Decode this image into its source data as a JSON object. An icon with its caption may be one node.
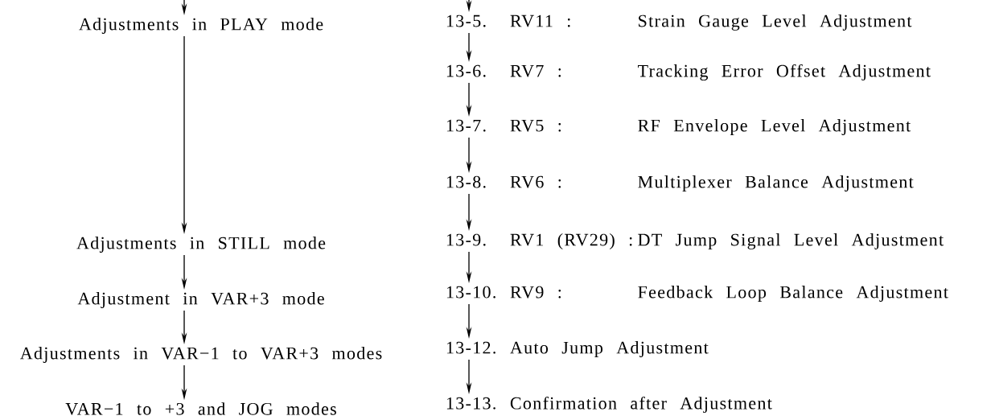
{
  "diagram": {
    "nodes": [
      {
        "text": [
          "Adjustments in PLAY mode"
        ]
      },
      {
        "text": [
          "Adjustments in STILL mode"
        ]
      },
      {
        "text": [
          "Adjustment in VAR+3 mode"
        ]
      },
      {
        "text": [
          "Adjustments in VAR−1 to VAR+3 modes"
        ]
      },
      {
        "text": [
          "VAR−1 to +3 and JOG modes"
        ]
      },
      {
        "text": [
          "13-5.",
          "RV11 :",
          "Strain Gauge Level Adjustment"
        ]
      },
      {
        "text": [
          "13-6.",
          "RV7 :",
          "Tracking Error Offset Adjustment"
        ]
      },
      {
        "text": [
          "13-7.",
          "RV5 :",
          "RF Envelope Level Adjustment"
        ]
      },
      {
        "text": [
          "13-8.",
          "RV6 :",
          "Multiplexer Balance Adjustment"
        ]
      },
      {
        "text": [
          "13-9.",
          "RV1 (RV29) :",
          "DT Jump Signal Level Adjustment"
        ]
      },
      {
        "text": [
          "13-10.",
          "RV9 :",
          "Feedback Loop Balance Adjustment"
        ]
      },
      {
        "text": [
          "13-12.",
          "Auto Jump Adjustment"
        ]
      },
      {
        "text": [
          "13-13.",
          "Confirmation after Adjustment"
        ]
      }
    ],
    "edges": [
      {
        "from": null,
        "to": 0,
        "arrow": "to"
      },
      {
        "from": 0,
        "to": 1,
        "arrow": "to"
      },
      {
        "from": 1,
        "to": 2,
        "arrow": "to"
      },
      {
        "from": 2,
        "to": 3,
        "arrow": "to"
      },
      {
        "from": 3,
        "to": 4,
        "arrow": "to"
      },
      {
        "from": null,
        "to": 5,
        "arrow": "to"
      },
      {
        "from": 5,
        "to": 6,
        "arrow": "to"
      },
      {
        "from": 6,
        "to": 7,
        "arrow": "to"
      },
      {
        "from": 7,
        "to": 8,
        "arrow": "to"
      },
      {
        "from": 8,
        "to": 9,
        "arrow": "to"
      },
      {
        "from": 9,
        "to": 10,
        "arrow": "to"
      },
      {
        "from": 10,
        "to": 11,
        "arrow": "to"
      },
      {
        "from": 11,
        "to": 12,
        "arrow": "to"
      }
    ]
  }
}
